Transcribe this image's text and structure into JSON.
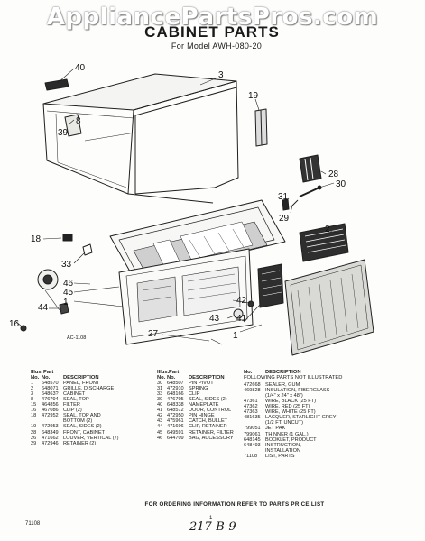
{
  "watermark": "AppliancePartsPros.com",
  "title": "CABINET PARTS",
  "subtitle": "For Model AWH-080-20",
  "callouts": [
    "40",
    "3",
    "19",
    "8",
    "39",
    "28",
    "30",
    "31",
    "29",
    "2",
    "18",
    "33",
    "46",
    "45",
    "1",
    "42",
    "44",
    "43",
    "41",
    "16",
    "27",
    "1"
  ],
  "diagram_code": "AC-1108",
  "columns": {
    "illus_top": "Illus.",
    "illus_bottom": "No.",
    "part_top": "Part",
    "part_bottom": "No.",
    "description": "DESCRIPTION"
  },
  "parts_left": [
    {
      "no": "1",
      "part": "648570",
      "desc": "PANEL, FRONT"
    },
    {
      "no": "2",
      "part": "648071",
      "desc": "GRILLE, DISCHARGE"
    },
    {
      "no": "3",
      "part": "64863?",
      "desc": "CABINET"
    },
    {
      "no": "8",
      "part": "476?94",
      "desc": "SEAL, TOP"
    },
    {
      "no": "15",
      "part": "464856",
      "desc": "FILTER"
    },
    {
      "no": "16",
      "part": "467086",
      "desc": "CLIP (2)"
    },
    {
      "no": "18",
      "part": "472952",
      "desc": "SEAL, TOP AND"
    },
    {
      "no": "",
      "part": "",
      "desc": "BOTTOM (2)"
    },
    {
      "no": "19",
      "part": "472953",
      "desc": "SEAL, SIDES (2)"
    },
    {
      "no": "28",
      "part": "648349",
      "desc": "FRONT, CABINET"
    },
    {
      "no": "26",
      "part": "471662",
      "desc": "LOUVER, VERTICAL (7)"
    },
    {
      "no": "29",
      "part": "472946",
      "desc": "RETAINER (2)"
    }
  ],
  "parts_mid": [
    {
      "no": "30",
      "part": "648507",
      "desc": "PIN PIVOT"
    },
    {
      "no": "31",
      "part": "472910",
      "desc": "SPRING"
    },
    {
      "no": "33",
      "part": "648166",
      "desc": "CLIP"
    },
    {
      "no": "39",
      "part": "476795",
      "desc": "SEAL, SIDES (2)"
    },
    {
      "no": "40",
      "part": "648338",
      "desc": "NAMEPLATE"
    },
    {
      "no": "41",
      "part": "648572",
      "desc": "DOOR, CONTROL"
    },
    {
      "no": "42",
      "part": "472950",
      "desc": "PIN HINGE"
    },
    {
      "no": "43",
      "part": "475961",
      "desc": "CATCH, BULLET"
    },
    {
      "no": "44",
      "part": "471696",
      "desc": "CLIP, RETAINER"
    },
    {
      "no": "45",
      "part": "649591",
      "desc": "RETAINER, FILTER"
    },
    {
      "no": "46",
      "part": "644709",
      "desc": "BAG, ACCESSORY"
    }
  ],
  "not_illustrated_heading": "FOLLOWING PARTS NOT ILLUSTRATED",
  "parts_right": [
    {
      "part": "472668",
      "desc": "SEALER, GUM"
    },
    {
      "part": "469828",
      "desc": "INSULATION, FIBERGLASS"
    },
    {
      "part": "",
      "desc": "(1/4\" x 24\" x 48\")"
    },
    {
      "part": "47361",
      "desc": "WIRE, BLACK (25 FT)"
    },
    {
      "part": "47362",
      "desc": "WIRE, RED (25 FT)"
    },
    {
      "part": "47363",
      "desc": "WIRE, WHITE (25 FT)"
    },
    {
      "part": "481635",
      "desc": "LACQUER, STARLIGHT GREY"
    },
    {
      "part": "",
      "desc": "(1/2 FT. UNCUT)"
    },
    {
      "part": "799051",
      "desc": "JET PAK"
    },
    {
      "part": "799061",
      "desc": "THINNER (1 GAL.)"
    },
    {
      "part": "648145",
      "desc": "BOOKLET, PRODUCT"
    },
    {
      "part": "648493",
      "desc": "INSTRUCTION,"
    },
    {
      "part": "",
      "desc": "INSTALLATION"
    },
    {
      "part": "71108",
      "desc": "LIST, PARTS"
    }
  ],
  "footer": "FOR ORDERING INFORMATION REFER TO PARTS PRICE LIST",
  "doc_code": "71108",
  "page_number": "1",
  "handwritten": "217-B-9"
}
